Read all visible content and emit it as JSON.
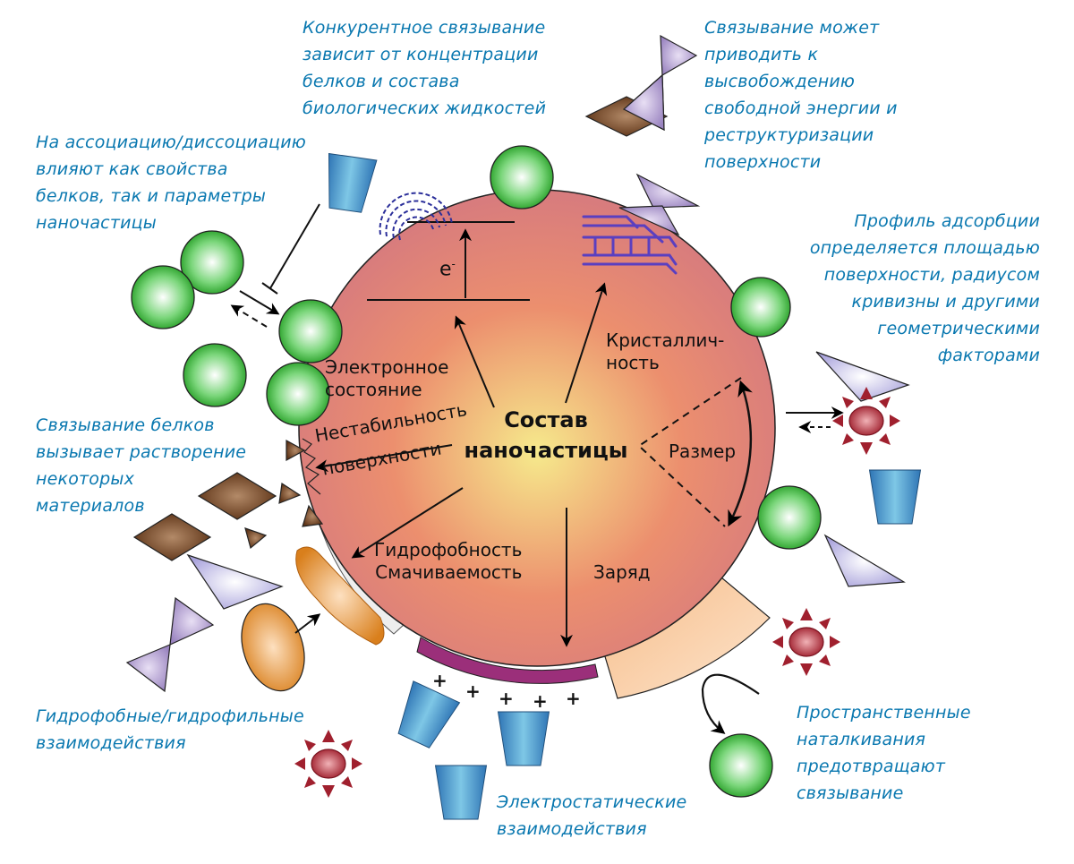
{
  "center_label": "Состав\nнаночастицы",
  "properties": {
    "electronic_state": "Электронное\nсостояние",
    "electron_symbol": "e",
    "electron_superscript": "-",
    "crystallinity": "Кристаллич-\nность",
    "size": "Размер",
    "surface_instability_line1": "Нестабильность",
    "surface_instability_line2": "поверхности",
    "hydrophobicity": "Гидрофобность\nСмачиваемость",
    "charge": "Заряд"
  },
  "charge_signs": [
    "+",
    "+",
    "+",
    "+",
    "+"
  ],
  "notes": {
    "competitive_binding": "Конкурентное связывание\nзависит от концентрации\nбелков и состава\nбиологических жидкостей",
    "free_energy": "Связывание может\nприводить к\nвысвобождению\nсвободной энергии и\nреструктуризации\nповерхности",
    "association": "На ассоциацию/диссоциацию\nвлияют как свойства\nбелков, так и параметры\nнаночастицы",
    "adsorption_profile": "Профиль адсорбции\nопределяется площадью\nповерхности, радиусом\nкривизны и другими\nгеометрическими\nфакторами",
    "dissolution": "Связывание белков\nвызывает растворение\nнекоторых\nматериалов",
    "hydrophobic_interactions": "Гидрофобные/гидрофильные\nвзаимодействия",
    "electrostatic": "Электростатические\nвзаимодействия",
    "steric_hindrance": "Пространственные\nнаталкивания\nпредотвращают\nсвязывание"
  },
  "colors": {
    "note_text": "#0a78b0",
    "particle_core": "#f5e58a",
    "particle_edge": "#d97a7a",
    "protein_green": "#2fa82f",
    "protein_blue": "#3f8fc8",
    "protein_purple": "#9b86c0",
    "protein_brown": "#6b3e1f",
    "protein_red": "#a8283a",
    "protein_orange": "#e08a2a",
    "charge_band": "#9b2f7a",
    "steric_band": "#f7caa0",
    "crystal_lattice": "#5a3fc0"
  }
}
